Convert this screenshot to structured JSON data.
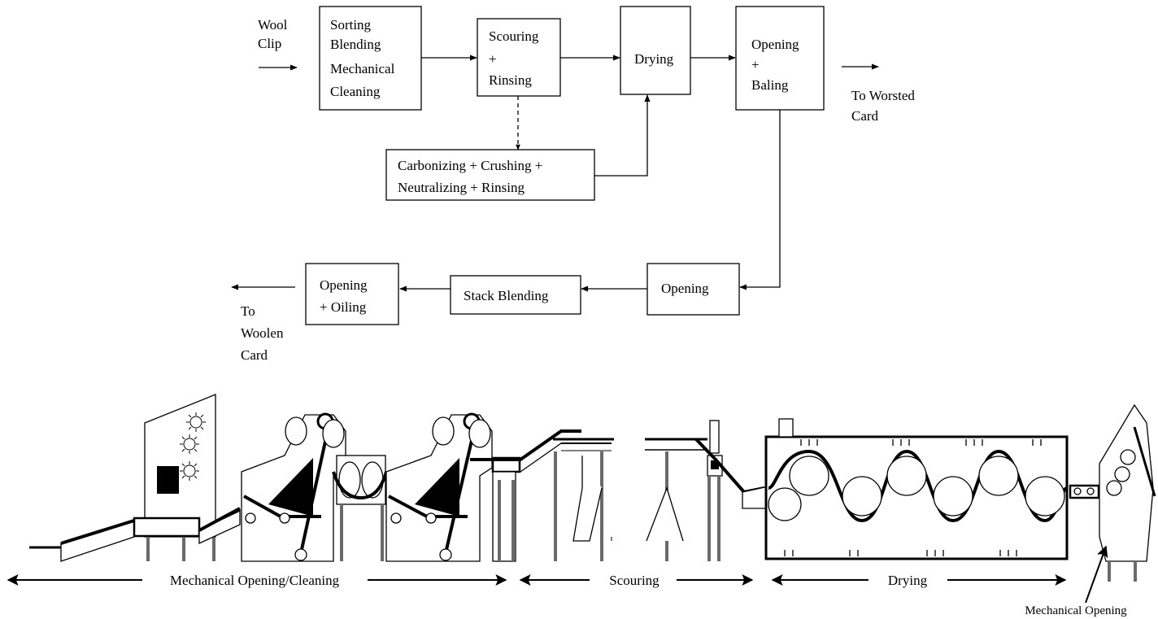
{
  "flow": {
    "input_label": [
      "Wool",
      "Clip"
    ],
    "steps": {
      "sorting": [
        "Sorting",
        "Blending",
        "Mechanical",
        "Cleaning"
      ],
      "scouring": [
        "Scouring",
        "+",
        "Rinsing"
      ],
      "drying": [
        "Drying"
      ],
      "opening_baling": [
        "Opening",
        "+",
        "Baling"
      ],
      "carbonizing": [
        "Carbonizing + Crushing +",
        "Neutralizing  + Rinsing"
      ],
      "opening": [
        "Opening"
      ],
      "stack_blending": [
        "Stack Blending"
      ],
      "opening_oiling": [
        "Opening",
        "+ Oiling"
      ]
    },
    "outputs": {
      "worsted": [
        "To Worsted",
        "Card"
      ],
      "woolen": [
        "To",
        "Woolen",
        "Card"
      ]
    }
  },
  "machine_line": {
    "sections": [
      {
        "id": "mechanical",
        "label": "Mechanical Opening/Cleaning"
      },
      {
        "id": "scouring",
        "label": "Scouring"
      },
      {
        "id": "drying",
        "label": "Drying"
      }
    ],
    "callout": "Mechanical Opening"
  }
}
